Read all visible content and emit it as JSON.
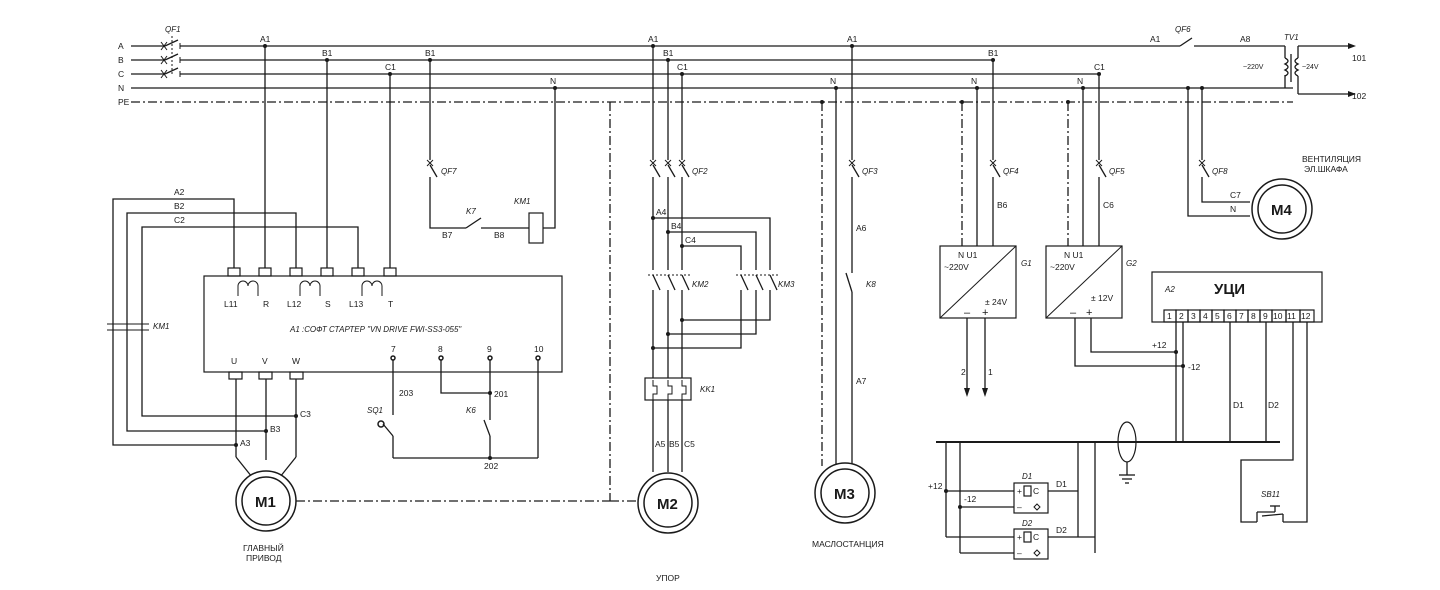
{
  "bus": {
    "a": "A",
    "b": "B",
    "c": "C",
    "n": "N",
    "pe": "PE"
  },
  "tap": {
    "a1": "A1",
    "b1": "B1",
    "c1": "C1",
    "n": "N",
    "a8": "A8"
  },
  "breakers": {
    "qf1": "QF1",
    "qf2": "QF2",
    "qf3": "QF3",
    "qf4": "QF4",
    "qf5": "QF5",
    "qf6": "QF6",
    "qf7": "QF7",
    "qf8": "QF8"
  },
  "transformer": {
    "ref": "TV1",
    "primary": "~220V",
    "secondary": "~24V",
    "out1": "101",
    "out2": "102"
  },
  "wires": {
    "a2": "A2",
    "b2": "B2",
    "c2": "C2",
    "a3": "A3",
    "b3": "B3",
    "c3": "C3",
    "a4": "A4",
    "b4": "B4",
    "c4": "C4",
    "a5": "A5",
    "b5": "B5",
    "c5": "C5",
    "a6": "A6",
    "a7": "A7",
    "b6": "B6",
    "c6": "C6",
    "c7": "C7",
    "b7": "B7",
    "b8": "B8",
    "w201": "201",
    "w202": "202",
    "w203": "203",
    "d1": "D1",
    "d2": "D2"
  },
  "contacts": {
    "km1": "KM1",
    "km2": "KM2",
    "km3": "KM3",
    "kk1": "KK1",
    "k6": "K6",
    "k7": "K7",
    "k8": "K8",
    "sq1": "SQ1",
    "sb11": "SB11"
  },
  "soft_starter": {
    "title": "A1 :СОФТ СТАРТЕР \"VN DRIVE FWI-SS3-055\"",
    "inputs": [
      "L11",
      "R",
      "L12",
      "S",
      "L13",
      "T"
    ],
    "outputs": [
      "U",
      "V",
      "W"
    ],
    "control": [
      "7",
      "8",
      "9",
      "10"
    ]
  },
  "motors": [
    {
      "ref": "M1",
      "caption_1": "ГЛАВНЫЙ",
      "caption_2": "ПРИВОД"
    },
    {
      "ref": "M2",
      "caption_1": "УПОР"
    },
    {
      "ref": "M3",
      "caption_1": "МАСЛОСТАНЦИЯ"
    },
    {
      "ref": "M4",
      "caption_1": "ВЕНТИЛЯЦИЯ",
      "caption_2": "ЭЛ.ШКАФА"
    }
  ],
  "psu": [
    {
      "ref": "G1",
      "in_label": "N  U1",
      "ac": "~220V",
      "dc": "± 24V",
      "minus": "–",
      "plus": "+",
      "out_minus": "2",
      "out_plus": "1"
    },
    {
      "ref": "G2",
      "in_label": "N  U1",
      "ac": "~220V",
      "dc": "± 12V",
      "minus": "–",
      "plus": "+"
    }
  ],
  "controller": {
    "ref": "A2",
    "title": "УЦИ",
    "terminals": [
      "1",
      "2",
      "3",
      "4",
      "5",
      "6",
      "7",
      "8",
      "9",
      "10",
      "11",
      "12"
    ],
    "plus12": "+12",
    "minus12": "-12"
  },
  "sensors": [
    {
      "ref": "D1",
      "plus": "+",
      "minus": "–",
      "c": "C"
    },
    {
      "ref": "D2",
      "plus": "+",
      "minus": "–",
      "c": "C"
    }
  ],
  "sensor_supply": {
    "plus12": "+12",
    "minus12": "-12"
  },
  "other": {
    "km1_coil": "KM1"
  }
}
